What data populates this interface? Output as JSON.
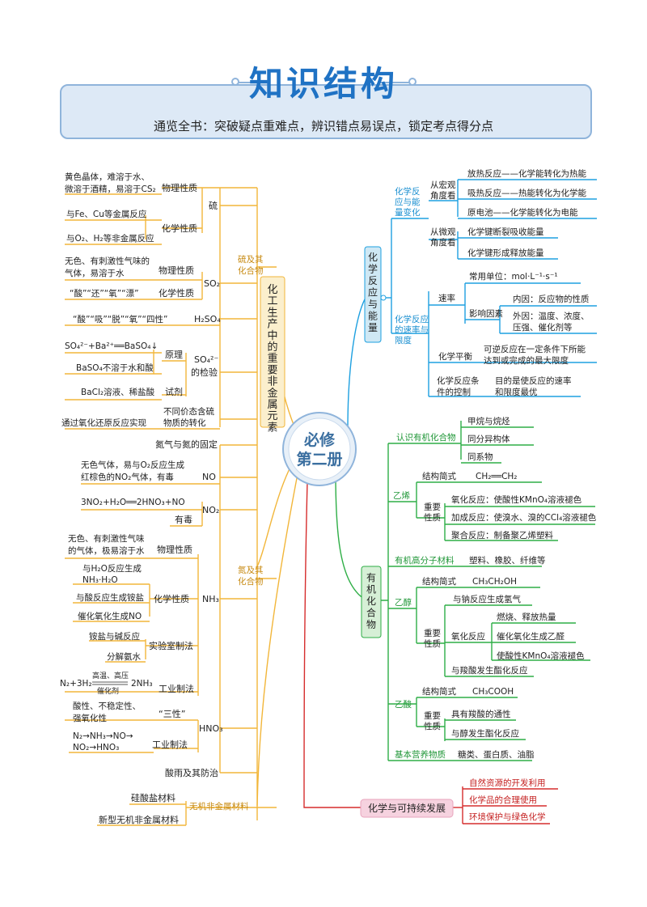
{
  "header": {
    "title": "知识结构",
    "subtitle": "通览全书：突破疑点重难点，辨识错点易误点，锁定考点得分点"
  },
  "center": {
    "line1": "必修",
    "line2": "第二册"
  },
  "left": {
    "main_vertical": "化工生产中的重要非金属元素",
    "sulfur_group": "硫及其化合物",
    "nitrogen_group": "氮及其化合物",
    "nonmetal_materials": "无机非金属材料",
    "sulfur": {
      "node": "硫",
      "physical_label": "物理性质",
      "physical_desc1": "黄色晶体，难溶于水、",
      "physical_desc2": "微溶于酒精，易溶于CS₂",
      "chemical_label": "化学性质",
      "chem1": "与Fe、Cu等金属反应",
      "chem2": "与O₂、H₂等非金属反应"
    },
    "so2": {
      "node": "SO₂",
      "physical_label": "物理性质",
      "physical_desc1": "无色、有刺激性气味的",
      "physical_desc2": "气体，易溶于水",
      "chemical_label": "化学性质",
      "chem_desc": "“酸”“还”“氧”“漂”"
    },
    "h2so4": {
      "node": "H₂SO₄",
      "desc": "“酸”“吸”“脱”“氧”“四性”"
    },
    "sulfate": {
      "node1": "SO₄²⁻",
      "node2": "的检验",
      "principle_label": "原理",
      "principle_eq": "SO₄²⁻+Ba²⁺══BaSO₄↓",
      "principle_desc": "BaSO₄不溶于水和酸",
      "reagent_label": "试剂",
      "reagent_desc": "BaCl₂溶液、稀盐酸"
    },
    "conversion": {
      "desc1": "不同价态含硫",
      "desc2": "物质的转化",
      "method": "通过氧化还原反应实现"
    },
    "nitrogen": {
      "fixation": "氮气与氮的固定"
    },
    "no": {
      "node": "NO",
      "desc1": "无色气体，易与O₂反应生成",
      "desc2": "红棕色的NO₂气体，有毒"
    },
    "no2": {
      "node": "NO₂",
      "eq": "3NO₂+H₂O══2HNO₃+NO",
      "toxic": "有毒"
    },
    "nh3": {
      "node": "NH₃",
      "physical_label": "物理性质",
      "physical_desc1": "无色、有刺激性气味",
      "physical_desc2": "的气体，极易溶于水",
      "chemical_label": "化学性质",
      "chem1a": "与H₂O反应生成",
      "chem1b": "NH₃·H₂O",
      "chem2": "与酸反应生成铵盐",
      "chem3": "催化氧化生成NO",
      "lab_label": "实验室制法",
      "lab1": "铵盐与碱反应",
      "lab2": "分解氨水",
      "industrial_label": "工业制法",
      "ind_left": "N₂+3H₂",
      "ind_top": "高温、高压",
      "ind_bottom": "催化剂",
      "ind_right": "2NH₃"
    },
    "hno3": {
      "node": "HNO₃",
      "three_label": "“三性”",
      "three_desc1": "酸性、不稳定性、",
      "three_desc2": "强氧化性",
      "industrial_label": "工业制法",
      "ind1": "N₂→NH₃→NO→",
      "ind2": "NO₂→HNO₃"
    },
    "acid_rain": "酸雨及其防治",
    "materials": {
      "silicate": "硅酸盐材料",
      "new": "新型无机非金属材料"
    }
  },
  "right": {
    "energy": {
      "main": "化学反应与能量",
      "energy_change": [
        "化学反",
        "应与能",
        "量变化"
      ],
      "macro": [
        "从宏观",
        "角度看"
      ],
      "macro_items": [
        "放热反应——化学能转化为热能",
        "吸热反应——热能转化为化学能",
        "原电池——化学能转化为电能"
      ],
      "micro": [
        "从微观",
        "角度看"
      ],
      "micro_items": [
        "化学键断裂吸收能量",
        "化学键形成释放能量"
      ],
      "rate_limit": [
        "化学反应",
        "的速率与",
        "限度"
      ],
      "rate": "速率",
      "unit": "常用单位：mol·L⁻¹·s⁻¹",
      "factors": "影响因素",
      "internal": "内因：反应物的性质",
      "external": [
        "外因：温度、浓度、",
        "压强、催化剂等"
      ],
      "equilibrium": "化学平衡",
      "eq_desc": [
        "可逆反应在一定条件下所能",
        "达到或完成的最大限度"
      ],
      "control": [
        "化学反应条",
        "件的控制"
      ],
      "control_desc": [
        "目的是使反应的速率",
        "和限度最优"
      ]
    },
    "organic": {
      "main": "有机化合物",
      "know": "认识有机化合物",
      "know_items": [
        "甲烷与烷烃",
        "同分异构体",
        "同系物"
      ],
      "ethylene": "乙烯",
      "structure": "结构简式",
      "ethylene_formula": "CH₂══CH₂",
      "props": [
        "重要",
        "性质"
      ],
      "ethylene_props": [
        "氧化反应：使酸性KMnO₄溶液褪色",
        "加成反应：使溴水、溴的CCl₄溶液褪色",
        "聚合反应：制备聚乙烯塑料"
      ],
      "polymer": "有机高分子材料",
      "polymer_desc": "塑料、橡胶、纤维等",
      "ethanol": "乙醇",
      "ethanol_formula": "CH₃CH₂OH",
      "ethanol_na": "与钠反应生成氢气",
      "oxidation": "氧化反应",
      "ethanol_ox": [
        "燃烧、释放热量",
        "催化氧化生成乙醛",
        "使酸性KMnO₄溶液褪色"
      ],
      "ethanol_acid": "与羧酸发生酯化反应",
      "acetic": "乙酸",
      "acetic_formula": "CH₃COOH",
      "acetic_props": [
        "具有羧酸的通性",
        "与醇发生酯化反应"
      ],
      "nutrients": "基本营养物质",
      "nutrients_desc": "糖类、蛋白质、油脂"
    },
    "sustain": {
      "main": "化学与可持续发展",
      "items": [
        "自然资源的开发利用",
        "化学品的合理使用",
        "环境保护与绿色化学"
      ]
    }
  },
  "colors": {
    "title": "#1f72c4",
    "left": "#f2b63a",
    "energy": "#1ea0e0",
    "organic": "#2eae46",
    "sustain": "#d62d2d",
    "center": "#3b6fa0"
  }
}
